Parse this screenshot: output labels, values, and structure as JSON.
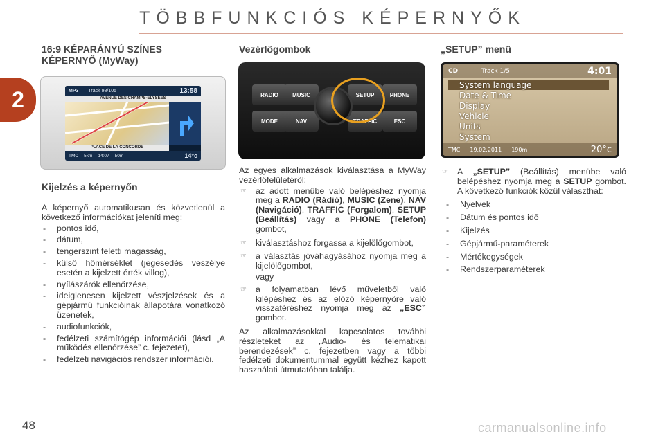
{
  "page": {
    "title": "TÖBBFUNKCIÓS KÉPERNYŐK",
    "chapter": "2",
    "number": "48",
    "watermark": "carmanualsonline.info"
  },
  "col1": {
    "heading": "16:9 KÉPARÁNYÚ SZÍNES KÉPERNYŐ (MyWay)",
    "screen": {
      "mp3": "MP3",
      "track": "Track 98/105",
      "time": "13:58",
      "street_top": "AVENUE DES CHAMPS-ELYSEES",
      "street_bottom": "PLACE DE LA CONCORDE",
      "tmc": "TMC",
      "dist": "5km",
      "eta": "14:07",
      "next": "50m",
      "temp": "14°c"
    },
    "subheading": "Kijelzés a képernyőn",
    "intro": "A képernyő automatikusan és közvetlenül a következő információkat jeleníti meg:",
    "items": [
      "pontos idő,",
      "dátum,",
      "tengerszint feletti magasság,",
      "külső hőmérséklet (jegesedés veszélye esetén a kijelzett érték villog),",
      "nyílászárók ellenőrzése,",
      "ideiglenesen kijelzett vészjelzések és a gépjármű funkcióinak állapotára vonatkozó üzenetek,",
      "audiofunkciók,",
      "fedélzeti számítógép információi (lásd „A működés ellenőrzése” c. fejezetet),",
      "fedélzeti navigációs rendszer információi."
    ]
  },
  "col2": {
    "heading": "Vezérlőgombok",
    "buttons": {
      "radio": "RADIO",
      "music": "MUSIC",
      "setup": "SETUP",
      "phone": "PHONE",
      "mode": "MODE",
      "nav": "NAV",
      "traffic": "TRAFFIC",
      "esc": "ESC"
    },
    "intro": "Az egyes alkalmazások kiválasztása a MyWay vezérlőfelületéről:",
    "b1": {
      "a": "az adott menübe való belépéshez nyomja meg a ",
      "radio": "RADIO (Rádió)",
      "s1": ", ",
      "music": "MUSIC (Zene)",
      "s2": ", ",
      "nav": "NAV (Navigáció)",
      "s3": ", ",
      "traffic": "TRAFFIC (Forgalom)",
      "s4": ", ",
      "setup": "SETUP (Beállítás)",
      "s5": " vagy a ",
      "phone": "PHONE (Telefon)",
      "end": " gombot,"
    },
    "b2": "kiválasztáshoz forgassa a kijelölőgombot,",
    "b3": "a választás jóváhagyásához nyomja meg a kijelölőgombot,",
    "or": "vagy",
    "b4": {
      "a": "a folyamatban lévő műveletből való kilépéshez és az előző képernyőre való visszatéréshez nyomja meg az ",
      "esc": "„ESC”",
      "end": " gombot."
    },
    "outro": "Az alkalmazásokkal kapcsolatos további részleteket az „Audio- és telematikai berendezések” c. fejezetben vagy a többi fedélzeti dokumentummal együtt kézhez kapott használati útmutatóban találja."
  },
  "col3": {
    "heading": "„SETUP” menü",
    "screen": {
      "cd": "CD",
      "track": "Track 1/5",
      "time": "4:01",
      "menu": [
        "System language",
        "Date & Time",
        "Display",
        "Vehicle",
        "Units",
        "System"
      ],
      "tmc": "TMC",
      "date": "19.02.2011",
      "dist": "190m",
      "temp": "20°c"
    },
    "bullet": {
      "a": "A ",
      "setup": "„SETUP”",
      "b": " (Beállítás) menübe való belépéshez nyomja meg a ",
      "setup2": "SETUP",
      "c": " gombot. A következő funkciók közül választhat:"
    },
    "items": [
      "Nyelvek",
      "Dátum és pontos idő",
      "Kijelzés",
      "Gépjármű-paraméterek",
      "Mértékegységek",
      "Rendszerparaméterek"
    ]
  }
}
